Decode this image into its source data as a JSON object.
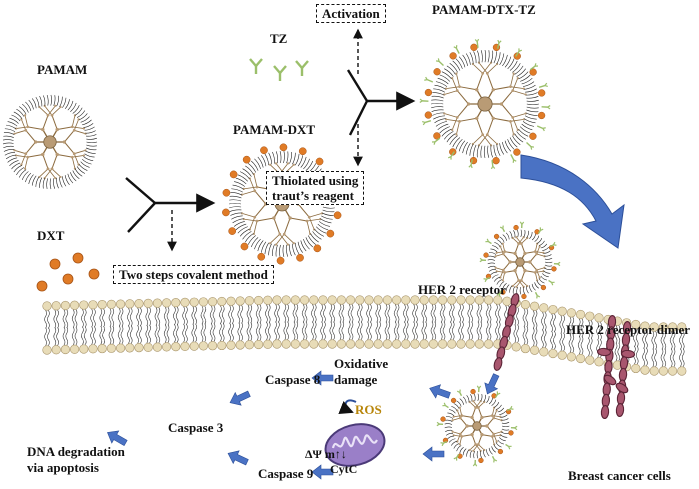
{
  "labels": {
    "pamam": "PAMAM",
    "dxt": "DXT",
    "tz": "TZ",
    "pamam_dxt": "PAMAM-DXT",
    "pamam_dtx_tz": "PAMAM-DTX-TZ",
    "activation": "Activation",
    "thiolated_line1": "Thiolated using",
    "thiolated_line2": "traut’s reagent",
    "two_steps": "Two steps covalent method",
    "her2_receptor": "HER 2 receptor",
    "her2_dimer": "HER 2 receptor dimer",
    "oxidative_line1": "Oxidative",
    "oxidative_line2": "damage",
    "caspase8": "Caspase 8",
    "caspase3": "Caspase 3",
    "caspase9": "Caspase 9",
    "dna_line1": "DNA degradation",
    "dna_line2": "via apoptosis",
    "ros": "ROS",
    "delta_psi": "ΔΨ m↑↓",
    "cytc": "CytC",
    "breast_cancer": "Breast cancer cells"
  },
  "colors": {
    "core": "#b99b75",
    "branch": "#8b6a3e",
    "drug": "#e07b26",
    "antibody": "#9bbf6a",
    "lipid_head": "#e8dcb8",
    "receptor": "#a8566e",
    "arrow_blue": "#4a72c4",
    "mitochondria": "#9a7fc8",
    "ros_text": "#b8860b"
  }
}
